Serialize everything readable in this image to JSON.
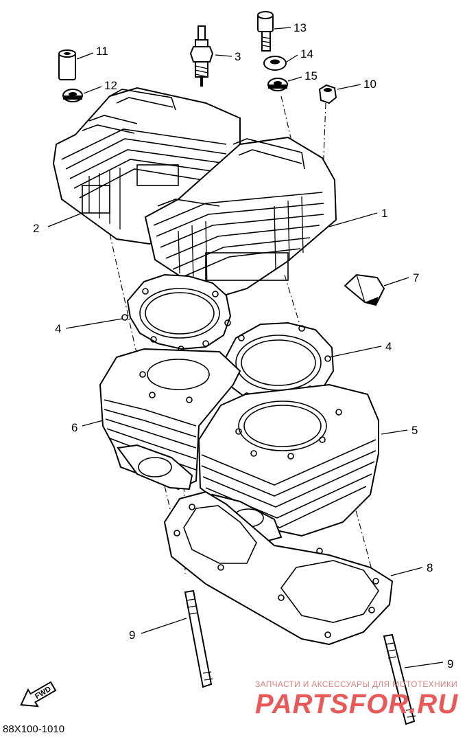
{
  "callouts": {
    "c1": "1",
    "c2": "2",
    "c3": "3",
    "c4a": "4",
    "c4b": "4",
    "c5": "5",
    "c6": "6",
    "c7": "7",
    "c8": "8",
    "c9a": "9",
    "c9b": "9",
    "c10": "10",
    "c11": "11",
    "c12": "12",
    "c13": "13",
    "c14": "14",
    "c15": "15"
  },
  "figure_code": "88X100-1010",
  "fwd_label": "FWD",
  "watermark": {
    "tagline": "ЗАПЧАСТИ И АКСЕССУАРЫ ДЛЯ МОТОТЕХНИКИ",
    "brand": "PARTSFOR.RU"
  }
}
